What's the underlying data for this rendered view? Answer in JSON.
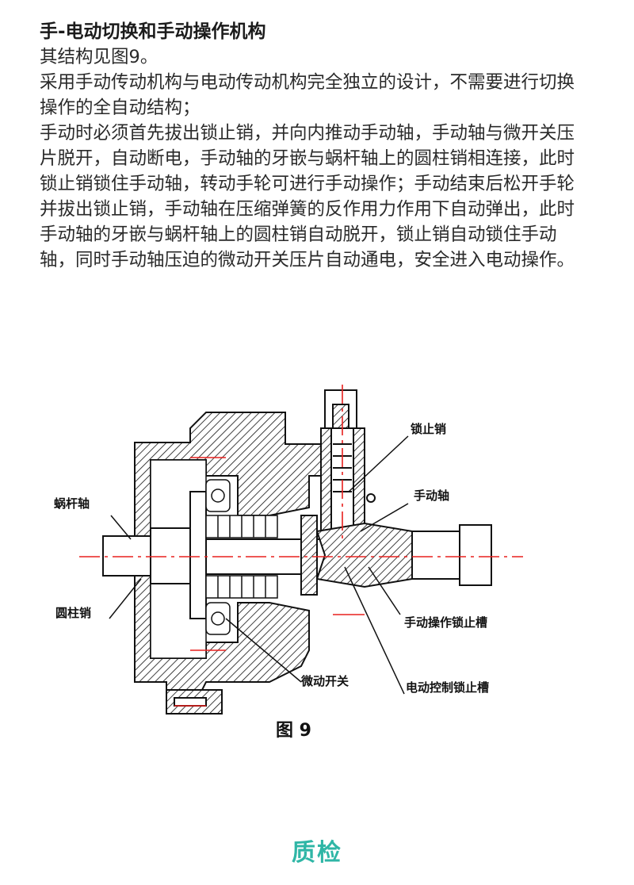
{
  "article": {
    "heading": "手-电动切换和手动操作机构",
    "paragraphs": [
      "其结构见图9。",
      "采用手动传动机构与电动传动机构完全独立的设计，不需要进行切换操作的全自动结构；",
      "手动时必须首先拔出锁止销，并向内推动手动轴，手动轴与微开关压片脱开，自动断电，手动轴的牙嵌与蜗杆轴上的圆柱销相连接，此时锁止销锁住手动轴，转动手轮可进行手动操作；手动结束后松开手轮并拔出锁止销，手动轴在压缩弹簧的反作用力作用下自动弹出，此时手动轴的牙嵌与蜗杆轴上的圆柱销自动脱开，锁止销自动锁住手动轴，同时手动轴压迫的微动开关压片自动通电，安全进入电动操作。"
    ]
  },
  "figure": {
    "labels": {
      "worm_shaft": "蜗杆轴",
      "cylinder_pin": "圆柱销",
      "lock_pin": "锁止销",
      "manual_shaft": "手动轴",
      "manual_lock_slot": "手动操作锁止槽",
      "electric_lock_slot": "电动控制锁止槽",
      "micro_switch": "微动开关"
    },
    "caption": "图 9"
  },
  "footer": {
    "title": "质检"
  }
}
